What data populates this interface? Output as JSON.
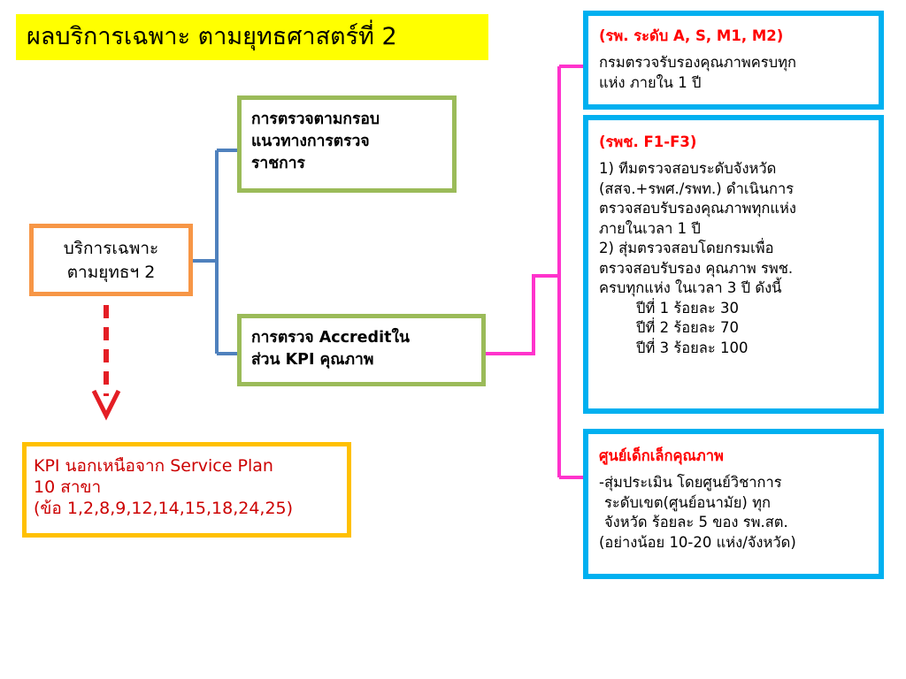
{
  "title": "ผลบริการเฉพาะ ตามยุทธศาสตร์ที่ 2",
  "root": {
    "line1": "บริการเฉพาะ",
    "line2": "ตามยุทธฯ 2"
  },
  "node_top": {
    "line1": "การตรวจตามกรอบ",
    "line2": "แนวทางการตรวจ",
    "line3": "ราชการ"
  },
  "node_bottom": {
    "line1": "การตรวจ Accreditใน",
    "line2": "ส่วน KPI คุณภาพ"
  },
  "kpi_box": {
    "line1": "KPI นอกเหนือจาก Service Plan",
    "line2": "10 สาขา",
    "line3": "(ข้อ 1,2,8,9,12,14,15,18,24,25)"
  },
  "info1": {
    "heading": "(รพ. ระดับ A, S, M1, M2)",
    "lines": [
      "กรมตรวจรับรองคุณภาพครบทุก",
      "แห่ง ภายใน 1 ปี"
    ]
  },
  "info2": {
    "heading": "(รพช. F1-F3)",
    "lines": [
      "1) ทีมตรวจสอบระดับจังหวัด",
      "(สสจ.+รพศ./รพท.) ดำเนินการ",
      "ตรวจสอบรับรองคุณภาพทุกแห่ง",
      "ภายในเวลา 1 ปี",
      "2) สุ่มตรวจสอบโดยกรมเพื่อ",
      "ตรวจสอบรับรอง คุณภาพ รพช.",
      "ครบทุกแห่ง ในเวลา 3 ปี ดังนี้"
    ],
    "years": [
      "ปีที่ 1 ร้อยละ 30",
      "ปีที่ 2 ร้อยละ 70",
      "ปีที่ 3 ร้อยละ 100"
    ]
  },
  "info3": {
    "heading": "ศูนย์เด็กเล็กคุณภาพ",
    "lines": [
      "-สุ่มประเมิน โดยศูนย์วิชาการ",
      "ระดับเขต(ศูนย์อนามัย) ทุก",
      "จังหวัด ร้อยละ 5 ของ รพ.สต.",
      "(อย่างน้อย 10-20 แห่ง/จังหวัด)"
    ]
  },
  "colors": {
    "title_bg": "#ffff00",
    "node_border": "#9bbb59",
    "root_border": "#f79646",
    "kpi_border": "#ffc000",
    "info_border": "#00b0f0",
    "left_connector": "#4f81bd",
    "right_connector": "#ff33cc",
    "arrow": "#e41e25",
    "heading_red": "#ff0000"
  }
}
